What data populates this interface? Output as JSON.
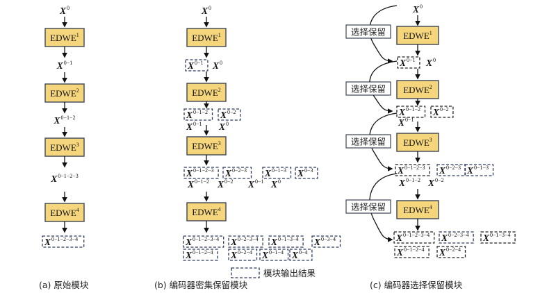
{
  "panels": {
    "a": {
      "caption": "(a) 原始模块",
      "input": {
        "base": "X",
        "sup": "0"
      },
      "blocks": [
        {
          "name": "EDWE",
          "sup": "1"
        },
        {
          "name": "EDWE",
          "sup": "2"
        },
        {
          "name": "EDWE",
          "sup": "3"
        },
        {
          "name": "EDWE",
          "sup": "4"
        }
      ],
      "between": [
        {
          "base": "X",
          "sup": "0−1"
        },
        {
          "base": "X",
          "sup": "0−1−2"
        },
        {
          "base": "X",
          "sup": "0−1−2−3"
        }
      ],
      "output": {
        "base": "X",
        "sup": "0−1−2−3−4"
      }
    },
    "b": {
      "caption": "(b) 编码器密集保留模块",
      "input": {
        "base": "X",
        "sup": "0"
      },
      "blocks": [
        {
          "name": "EDWE",
          "sup": "1"
        },
        {
          "name": "EDWE",
          "sup": "2"
        },
        {
          "name": "EDWE",
          "sup": "3"
        },
        {
          "name": "EDWE",
          "sup": "4"
        }
      ],
      "stage1": {
        "boxed": [
          {
            "base": "X",
            "sup": "0−1"
          }
        ],
        "plain": [
          {
            "base": "X",
            "sup": "0"
          }
        ]
      },
      "stage2": {
        "boxed": [
          {
            "base": "X",
            "sup": "0−1−2"
          },
          {
            "base": "X",
            "sup": "0−2"
          }
        ],
        "plain": [
          {
            "base": "X",
            "sup": "0−1"
          },
          {
            "base": "X",
            "sup": "0"
          }
        ]
      },
      "stage3": {
        "boxed": [
          {
            "base": "X",
            "sup": "0−1−2−3"
          },
          {
            "base": "X",
            "sup": "0−2−3"
          },
          {
            "base": "X",
            "sup": "0−1−3"
          },
          {
            "base": "X",
            "sup": "0−3"
          }
        ],
        "plain": [
          {
            "base": "X",
            "sup": "0−1−2"
          },
          {
            "base": "X",
            "sup": "0−2"
          },
          {
            "base": "X",
            "sup": "0−1"
          },
          {
            "base": "X",
            "sup": "0"
          }
        ]
      },
      "stage4": {
        "row1": [
          {
            "base": "X",
            "sup": "0−1−2−3−4"
          },
          {
            "base": "X",
            "sup": "0−2−3−4"
          },
          {
            "base": "X",
            "sup": "0−1−3−4"
          },
          {
            "base": "X",
            "sup": "0−3−4"
          }
        ],
        "row2": [
          {
            "base": "X",
            "sup": "0−1−2−4"
          },
          {
            "base": "X",
            "sup": "0−2−4"
          },
          {
            "base": "X",
            "sup": "0−1−4"
          },
          {
            "base": "X",
            "sup": "0−4"
          }
        ]
      },
      "legend": "模块输出结果"
    },
    "c": {
      "caption": "(c) 编码器选择保留模块",
      "input": {
        "base": "X",
        "sup": "0"
      },
      "select_label": "选择保留",
      "blocks": [
        {
          "name": "EDWE",
          "sup": "1"
        },
        {
          "name": "EDWE",
          "sup": "2"
        },
        {
          "name": "EDWE",
          "sup": "3"
        },
        {
          "name": "EDWE",
          "sup": "4"
        }
      ],
      "stage1": {
        "boxed": [
          {
            "base": "X",
            "sup": "0−1"
          }
        ],
        "plain": [
          {
            "base": "X",
            "sup": "0"
          }
        ]
      },
      "stage2": {
        "boxed": [
          {
            "base": "X",
            "sup": "0−1−2"
          },
          {
            "base": "X",
            "sup": "0−2"
          }
        ],
        "plain": [
          {
            "base": "X",
            "sup": "0−1"
          }
        ]
      },
      "stage3": {
        "boxed": [
          {
            "base": "X",
            "sup": "0−1−2−3"
          },
          {
            "base": "X",
            "sup": "0−2−3"
          },
          {
            "base": "X",
            "sup": "0−1−3"
          }
        ],
        "plain": [
          {
            "base": "X",
            "sup": "0−1−2"
          },
          {
            "base": "X",
            "sup": "0−2"
          }
        ]
      },
      "stage4": {
        "row1": [
          {
            "base": "X",
            "sup": "0−1−2−3−4"
          },
          {
            "base": "X",
            "sup": "0−2−3−4"
          },
          {
            "base": "X",
            "sup": "0−1−3−4"
          }
        ],
        "row2": [
          {
            "base": "X",
            "sup": "0−1−2−4"
          },
          {
            "base": "X",
            "sup": "0−2−4"
          }
        ]
      }
    }
  },
  "colors": {
    "block_fill": "#f5d67d",
    "block_stroke": "#3d4453",
    "dash_navy": "#2c3a5e",
    "dash_black": "#222222"
  }
}
